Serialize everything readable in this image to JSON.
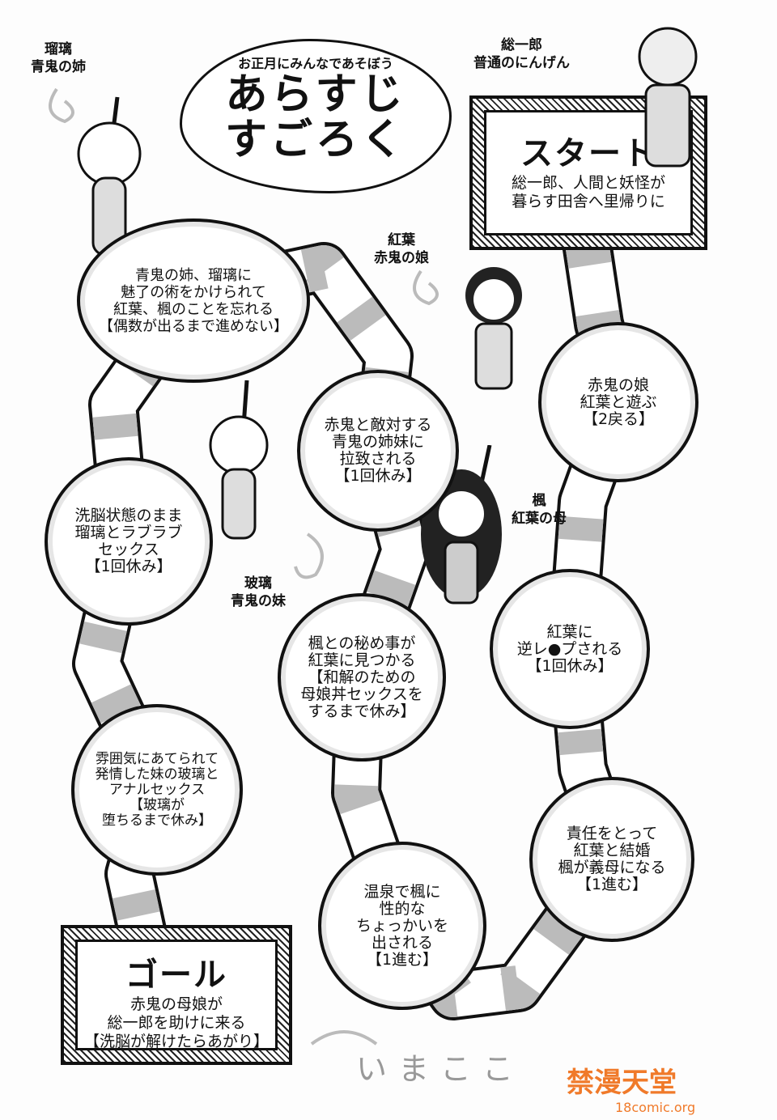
{
  "title": {
    "subtitle": "お正月にみんなであそぼう",
    "line1": "あらすじ",
    "line2": "すごろく"
  },
  "characters": [
    {
      "name": "瑠璃",
      "role": "青鬼の姉"
    },
    {
      "name": "総一郎",
      "role": "普通のにんげん"
    },
    {
      "name": "紅葉",
      "role": "赤鬼の娘"
    },
    {
      "name": "楓",
      "role": "紅葉の母"
    },
    {
      "name": "玻璃",
      "role": "青鬼の妹"
    }
  ],
  "start": {
    "label": "スタート",
    "desc": [
      "総一郎、人間と妖怪が",
      "暮らす田舎へ里帰りに"
    ]
  },
  "goal": {
    "label": "ゴール",
    "desc": [
      "赤鬼の母娘が",
      "総一郎を助けに来る",
      "【洗脳が解けたらあがり】"
    ]
  },
  "cells": [
    {
      "lines": [
        "赤鬼の娘",
        "紅葉と遊ぶ",
        "【2戻る】"
      ]
    },
    {
      "lines": [
        "紅葉に",
        "逆レ●プされる",
        "【1回休み】"
      ]
    },
    {
      "lines": [
        "責任をとって",
        "紅葉と結婚",
        "楓が義母になる",
        "【1進む】"
      ]
    },
    {
      "lines": [
        "温泉で楓に",
        "性的な",
        "ちょっかいを",
        "出される",
        "【1進む】"
      ]
    },
    {
      "lines": [
        "楓との秘め事が",
        "紅葉に見つかる",
        "【和解のための",
        "母娘丼セックスを",
        "するまで休み】"
      ]
    },
    {
      "lines": [
        "赤鬼と敵対する",
        "青鬼の姉妹に",
        "拉致される",
        "【1回休み】"
      ]
    },
    {
      "lines": [
        "青鬼の姉、瑠璃に",
        "魅了の術をかけられて",
        "紅葉、楓のことを忘れる",
        "【偶数が出るまで進めない】"
      ]
    },
    {
      "lines": [
        "洗脳状態のまま",
        "瑠璃とラブラブ",
        "セックス",
        "【1回休み】"
      ]
    },
    {
      "lines": [
        "雰囲気にあてられて",
        "発情した妹の玻璃と",
        "アナルセックス",
        "【玻璃が",
        "堕ちるまで休み】"
      ]
    }
  ],
  "here_marker": "いまここ",
  "watermark": {
    "name": "禁漫天堂",
    "url": "18comic.org"
  }
}
